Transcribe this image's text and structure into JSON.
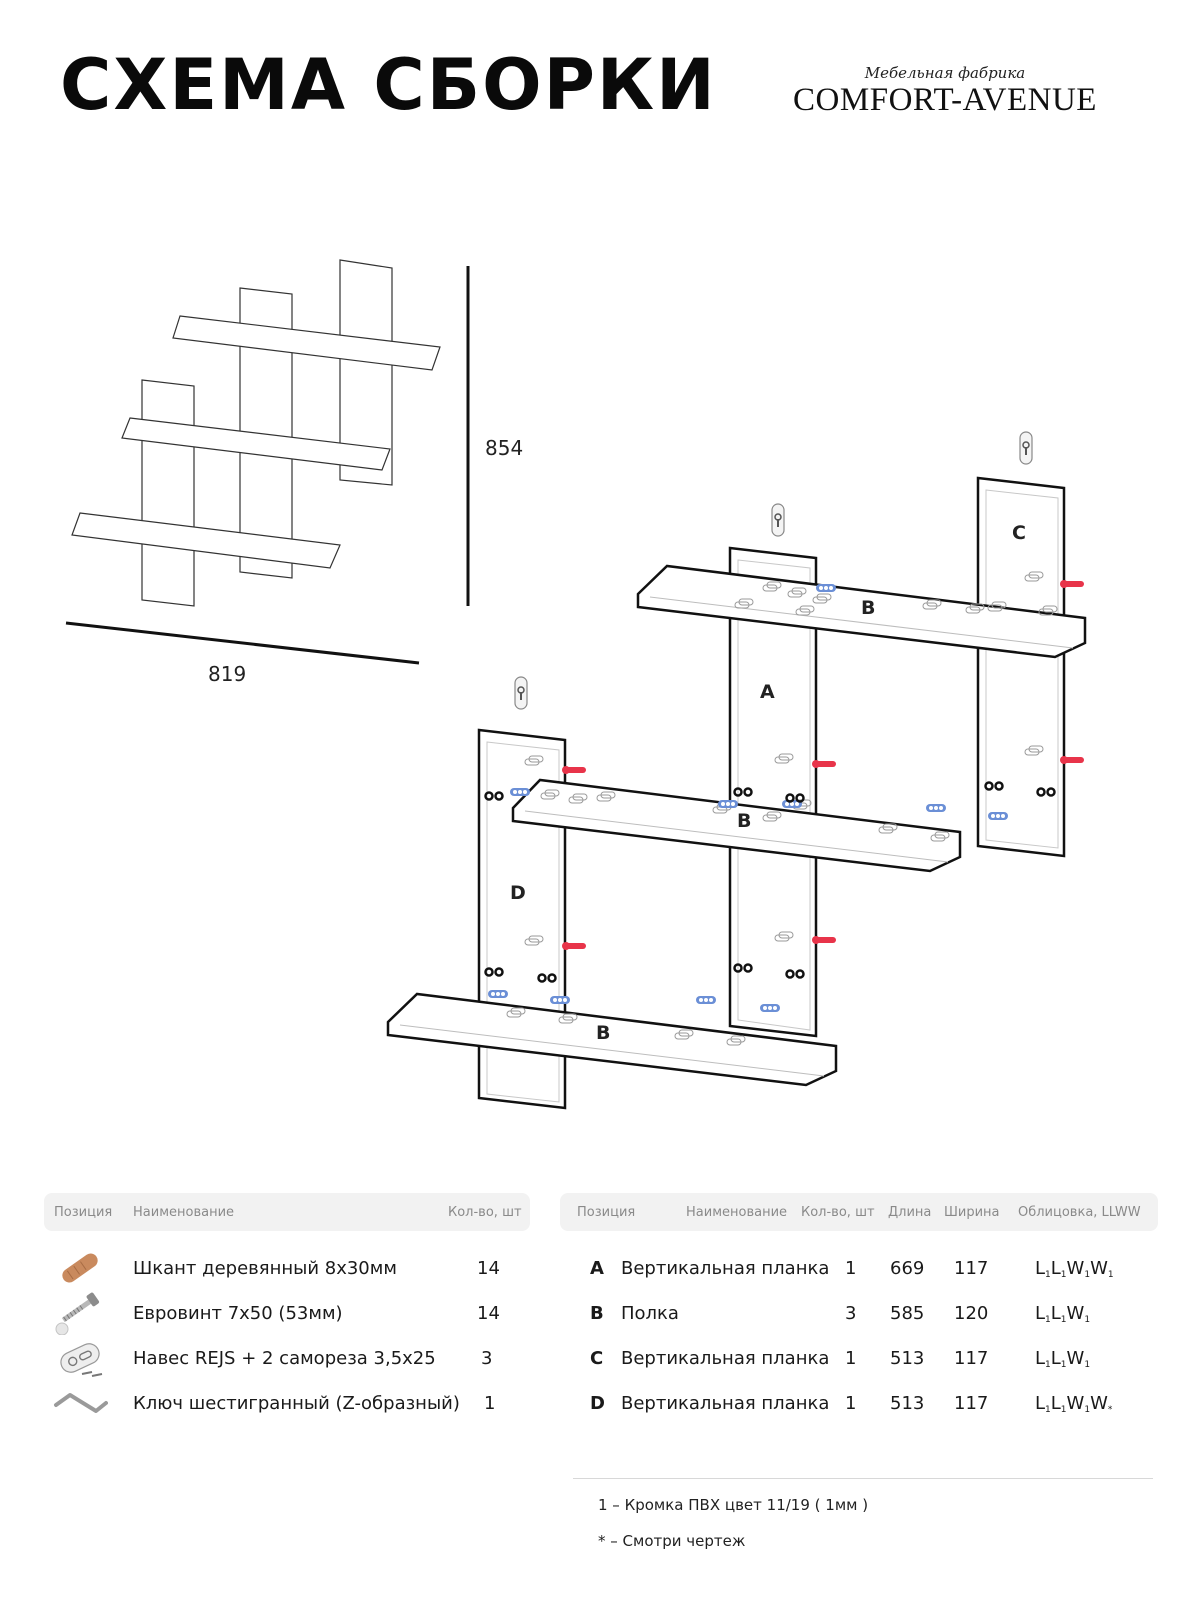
{
  "header": {
    "title": "СХЕМА СБОРКИ",
    "brand_subtitle": "Мебельная фабрика",
    "brand_name": "COMFORT-AVENUE"
  },
  "dimensions": {
    "height": "854",
    "width": "819"
  },
  "part_labels": {
    "a": "A",
    "b1": "B",
    "b2": "B",
    "b3": "B",
    "c": "C",
    "d": "D"
  },
  "hardware_table": {
    "headers": {
      "position": "Позиция",
      "name": "Наименование",
      "qty": "Кол-во, шт"
    },
    "rows": [
      {
        "icon": "wooden-dowel-icon",
        "name": "Шкант деревянный 8х30мм",
        "qty": "14"
      },
      {
        "icon": "euro-screw-icon",
        "name": "Евровинт 7х50 (53мм)",
        "qty": "14"
      },
      {
        "icon": "hanger-bracket-icon",
        "name": "Навес REJS + 2 самореза 3,5х25",
        "qty": "3"
      },
      {
        "icon": "hex-key-icon",
        "name": "Ключ шестигранный (Z-образный)",
        "qty": "1"
      }
    ]
  },
  "parts_table": {
    "headers": {
      "position": "Позиция",
      "name": "Наименование",
      "qty": "Кол-во, шт",
      "length": "Длина",
      "width": "Ширина",
      "edging": "Облицовка, LLWW"
    },
    "rows": [
      {
        "pos": "A",
        "name": "Вертикальная планка",
        "qty": "1",
        "length": "669",
        "width": "117",
        "edging": "L1L1W1W1"
      },
      {
        "pos": "B",
        "name": "Полка",
        "qty": "3",
        "length": "585",
        "width": "120",
        "edging": "L1L1W1"
      },
      {
        "pos": "C",
        "name": "Вертикальная планка",
        "qty": "1",
        "length": "513",
        "width": "117",
        "edging": "L1L1W1"
      },
      {
        "pos": "D",
        "name": "Вертикальная планка",
        "qty": "1",
        "length": "513",
        "width": "117",
        "edging": "L1L1W1W*"
      }
    ]
  },
  "notes": {
    "edge": "1 – Кромка ПВХ цвет 11/19 ( 1мм )",
    "drawing": "* – Смотри чертеж"
  },
  "colors": {
    "dowel": "#c98a5e",
    "screw_red": "#e8344a",
    "screw_blue": "#6b8fd6",
    "header_bg": "#f2f2f2"
  }
}
